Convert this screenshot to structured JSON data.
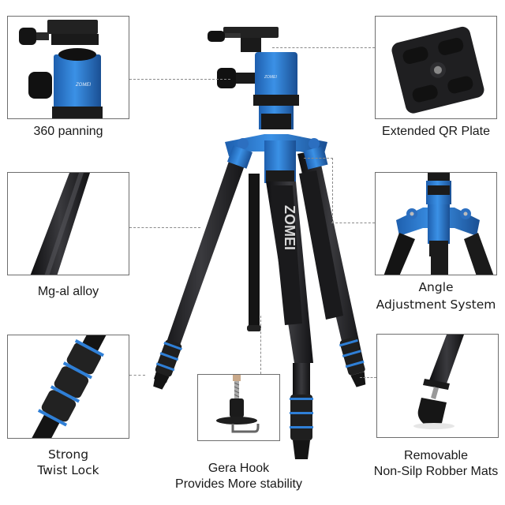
{
  "product": {
    "brand_logo_text": "ZOMEI",
    "colors": {
      "accent_blue": "#2f7fd6",
      "body_black": "#1c1c1e",
      "box_border": "#6e6e6e",
      "dash_line": "#8a8a8a"
    }
  },
  "callouts": [
    {
      "id": "panning",
      "label_lines": [
        "360 panning"
      ]
    },
    {
      "id": "qr-plate",
      "label_lines": [
        "Extended QR Plate"
      ]
    },
    {
      "id": "alloy",
      "label_lines": [
        "Mg-al alloy"
      ]
    },
    {
      "id": "angle",
      "label_lines": [
        "Angle",
        "Adjustment System"
      ]
    },
    {
      "id": "twist-lock",
      "label_lines": [
        "Strong",
        "Twist Lock"
      ]
    },
    {
      "id": "hook",
      "label_lines": [
        "Gera Hook",
        "Provides More stability"
      ]
    },
    {
      "id": "mats",
      "label_lines": [
        "Removable",
        "Non-Silp Robber Mats"
      ]
    }
  ]
}
